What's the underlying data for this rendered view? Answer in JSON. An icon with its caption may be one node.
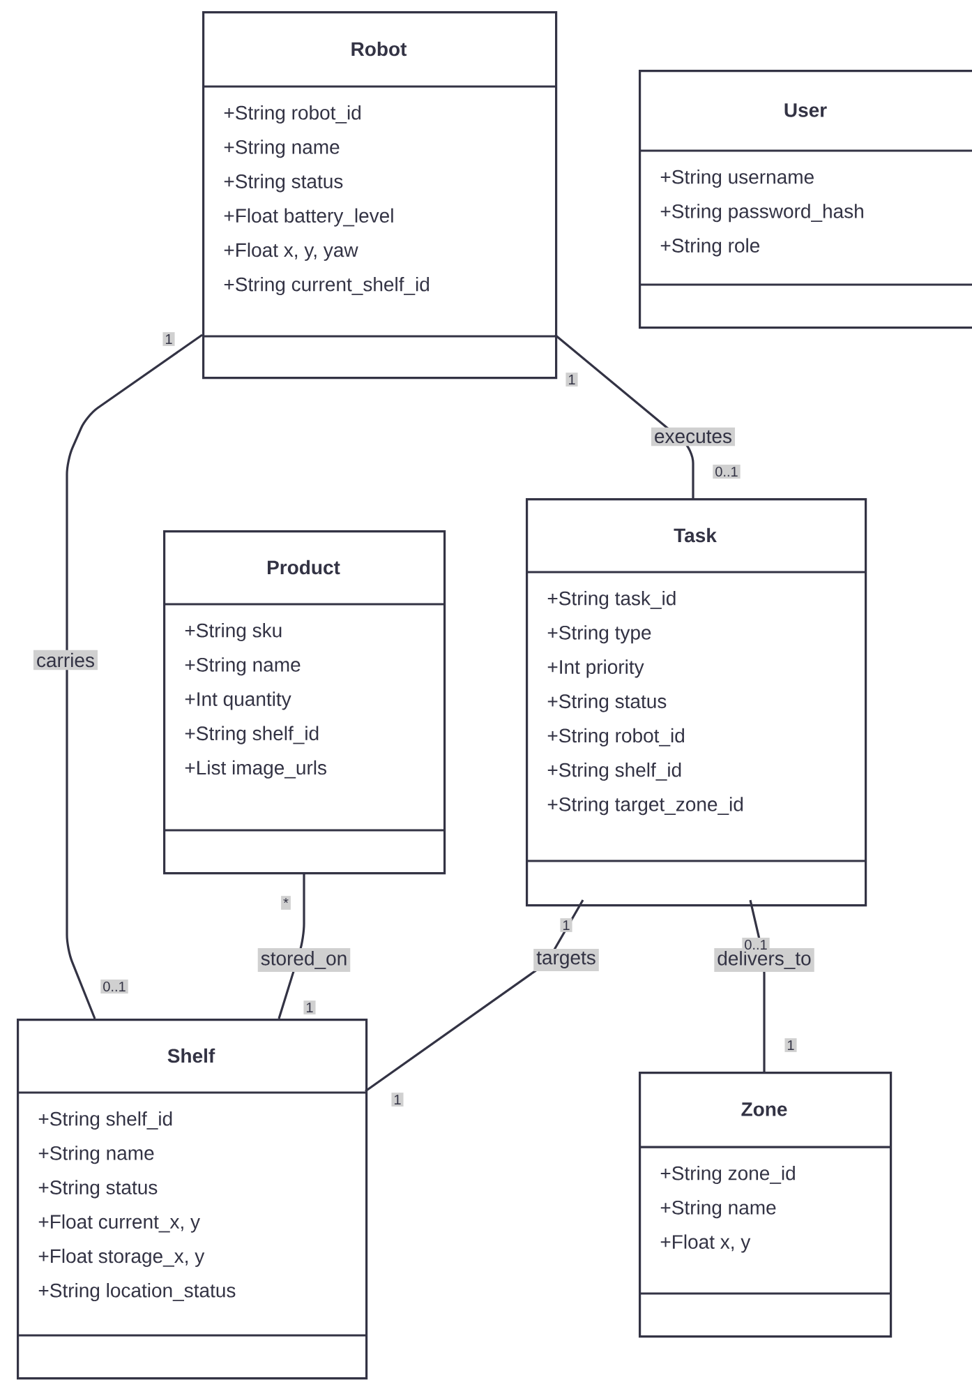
{
  "diagram": {
    "nodes": [
      {
        "text": [
          "Robot",
          "+String robot_id",
          "+String name",
          "+String status",
          "+Float battery_level",
          "+Float x, y, yaw",
          "+String current_shelf_id"
        ]
      },
      {
        "text": [
          "User",
          "+String username",
          "+String password_hash",
          "+String role"
        ]
      },
      {
        "text": [
          "Task",
          "+String task_id",
          "+String type",
          "+Int priority",
          "+String status",
          "+String robot_id",
          "+String shelf_id",
          "+String target_zone_id"
        ]
      },
      {
        "text": [
          "Product",
          "+String sku",
          "+String name",
          "+Int quantity",
          "+String shelf_id",
          "+List image_urls"
        ]
      },
      {
        "text": [
          "Shelf",
          "+String shelf_id",
          "+String name",
          "+String status",
          "+Float current_x, y",
          "+Float storage_x, y",
          "+String location_status"
        ]
      },
      {
        "text": [
          "Zone",
          "+String zone_id",
          "+String name",
          "+Float x, y"
        ]
      }
    ],
    "edges": [
      {
        "from": 0,
        "to": 4,
        "arrow": "none",
        "label": "carries"
      },
      {
        "from": 0,
        "to": 2,
        "arrow": "none",
        "label": "executes"
      },
      {
        "from": 3,
        "to": 4,
        "arrow": "none",
        "label": "stored_on"
      },
      {
        "from": 2,
        "to": 4,
        "arrow": "none",
        "label": "targets"
      },
      {
        "from": 2,
        "to": 5,
        "arrow": "none",
        "label": "delivers_to"
      }
    ],
    "labels": [
      "1",
      "1",
      "0..1",
      "*",
      "1",
      "0..1",
      "0..1",
      "1",
      "1",
      "1"
    ]
  }
}
